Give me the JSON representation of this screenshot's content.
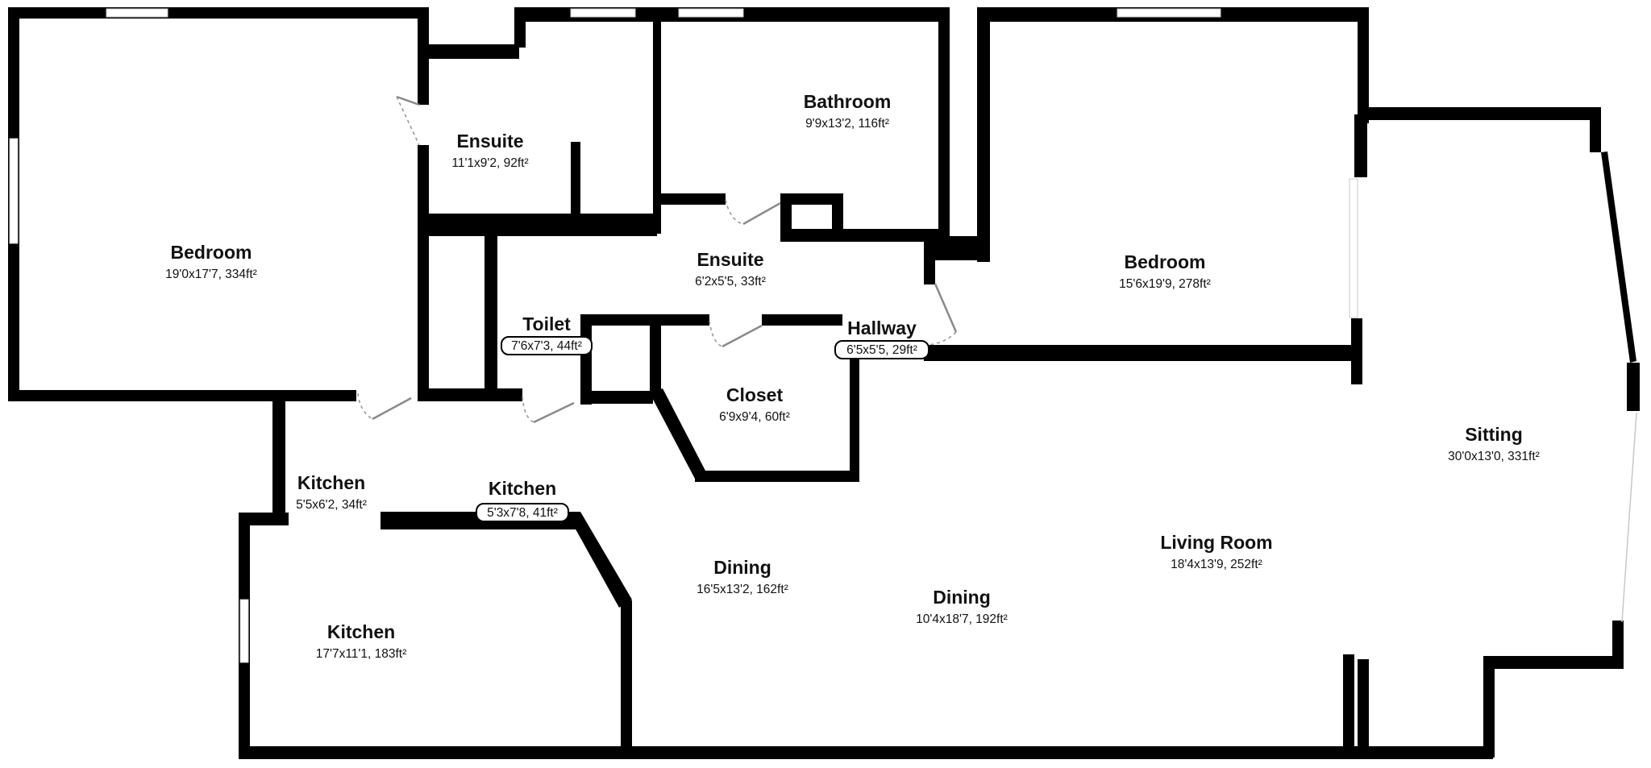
{
  "rooms": [
    {
      "name": "Bedroom",
      "dims": "19'0x17'7, 334ft²"
    },
    {
      "name": "Ensuite",
      "dims": "11'1x9'2, 92ft²"
    },
    {
      "name": "Bathroom",
      "dims": "9'9x13'2, 116ft²"
    },
    {
      "name": "Bedroom",
      "dims": "15'6x19'9, 278ft²"
    },
    {
      "name": "Ensuite",
      "dims": "6'2x5'5, 33ft²"
    },
    {
      "name": "Toilet",
      "dims": "7'6x7'3, 44ft²"
    },
    {
      "name": "Hallway",
      "dims": "6'5x5'5, 29ft²"
    },
    {
      "name": "Closet",
      "dims": "6'9x9'4, 60ft²"
    },
    {
      "name": "Sitting",
      "dims": "30'0x13'0, 331ft²"
    },
    {
      "name": "Kitchen",
      "dims": "5'5x6'2, 34ft²"
    },
    {
      "name": "Kitchen",
      "dims": "5'3x7'8, 41ft²"
    },
    {
      "name": "Living Room",
      "dims": "18'4x13'9, 252ft²"
    },
    {
      "name": "Dining",
      "dims": "16'5x13'2, 162ft²"
    },
    {
      "name": "Dining",
      "dims": "10'4x18'7, 192ft²"
    },
    {
      "name": "Kitchen",
      "dims": "17'7x11'1, 183ft²"
    }
  ]
}
